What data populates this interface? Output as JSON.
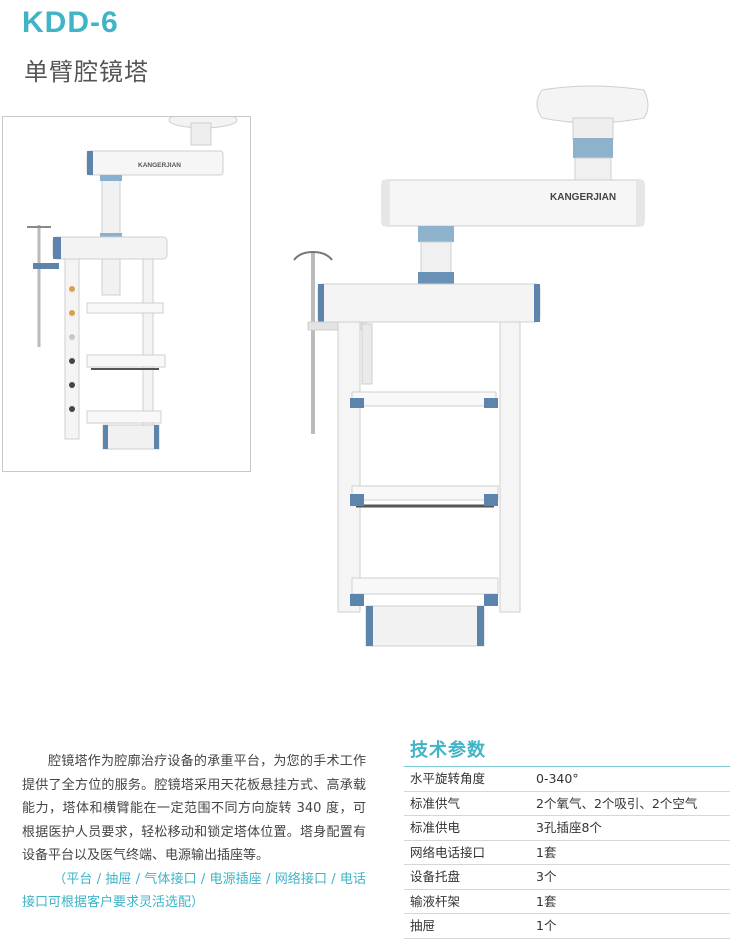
{
  "header": {
    "model": "KDD-6",
    "title": "单臂腔镜塔"
  },
  "product": {
    "brand_label": "KANGERJIAN",
    "brand_label_thumb": "KANGERJIAN",
    "accent_color": "#3fb4c6",
    "fitting_color": "#5c84ad"
  },
  "description": {
    "paragraph": "腔镜塔作为腔廓治疗设备的承重平台，为您的手术工作提供了全方位的服务。腔镜塔采用天花板悬挂方式、高承载能力，塔体和横臂能在一定范围不同方向旋转 340 度，可根据医护人员要求，轻松移动和锁定塔体位置。塔身配置有设备平台以及医气终端、电源输出插座等。",
    "note": "（平台 / 抽屉 / 气体接口 / 电源插座 / 网络接口 / 电话接口可根据客户要求灵活选配）"
  },
  "specs": {
    "title": "技术参数",
    "rows": [
      {
        "label": "水平旋转角度",
        "value": "0-340°"
      },
      {
        "label": "标准供气",
        "value": "2个氧气、2个吸引、2个空气"
      },
      {
        "label": "标准供电",
        "value": "3孔插座8个"
      },
      {
        "label": "网络电话接口",
        "value": "1套"
      },
      {
        "label": "设备托盘",
        "value": "3个"
      },
      {
        "label": "输液杆架",
        "value": "1套"
      },
      {
        "label": "抽屉",
        "value": "1个"
      }
    ]
  }
}
